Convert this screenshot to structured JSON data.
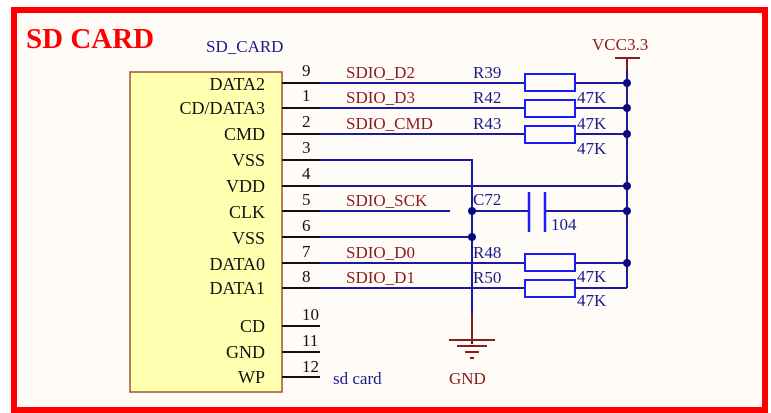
{
  "sheet": {
    "title": "SD CARD",
    "component_ref": "SD_CARD",
    "component_value": "sd card",
    "colors": {
      "frame": "#ff0000",
      "wire": "#1a1aa0",
      "body_fill": "#ffffb0",
      "body_stroke": "#a0522d",
      "net_label": "#8b1a1a",
      "power": "#8b1a1a"
    }
  },
  "connector": {
    "pins": [
      {
        "name": "DATA2",
        "num": "9",
        "net": "SDIO_D2"
      },
      {
        "name": "CD/DATA3",
        "num": "1",
        "net": "SDIO_D3"
      },
      {
        "name": "CMD",
        "num": "2",
        "net": "SDIO_CMD"
      },
      {
        "name": "VSS",
        "num": "3",
        "net": ""
      },
      {
        "name": "VDD",
        "num": "4",
        "net": ""
      },
      {
        "name": "CLK",
        "num": "5",
        "net": "SDIO_SCK"
      },
      {
        "name": "VSS",
        "num": "6",
        "net": ""
      },
      {
        "name": "DATA0",
        "num": "7",
        "net": "SDIO_D0"
      },
      {
        "name": "DATA1",
        "num": "8",
        "net": "SDIO_D1"
      },
      {
        "name": "CD",
        "num": "10",
        "net": ""
      },
      {
        "name": "GND",
        "num": "11",
        "net": ""
      },
      {
        "name": "WP",
        "num": "12",
        "net": ""
      }
    ]
  },
  "resistors": [
    {
      "ref": "R39",
      "value": "47K"
    },
    {
      "ref": "R42",
      "value": "47K"
    },
    {
      "ref": "R43",
      "value": "47K"
    },
    {
      "ref": "R48",
      "value": "47K"
    },
    {
      "ref": "R50",
      "value": "47K"
    }
  ],
  "capacitor": {
    "ref": "C72",
    "value": "104"
  },
  "power": {
    "vcc": "VCC3.3",
    "gnd": "GND"
  }
}
